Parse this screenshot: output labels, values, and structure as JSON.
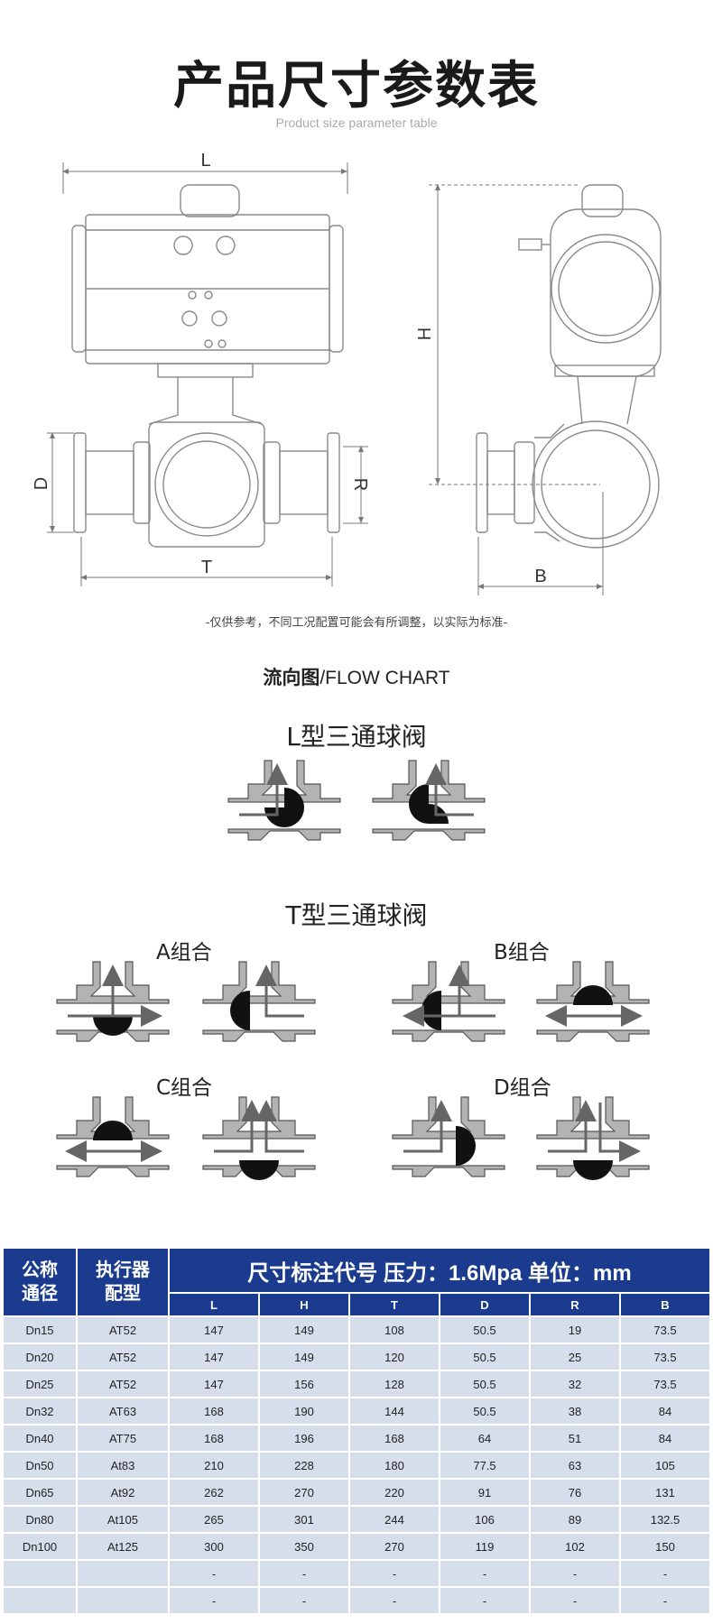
{
  "header": {
    "title": "产品尺寸参数表",
    "subtitle": "Product size parameter table"
  },
  "drawing": {
    "dim_labels": {
      "L": "L",
      "H": "H",
      "D": "D",
      "T": "T",
      "R": "R",
      "B": "B"
    },
    "note": "-仅供参考，不同工况配置可能会有所调整，以实际为标准-"
  },
  "flow": {
    "title_cn": "流向图",
    "title_en": "/FLOW CHART",
    "l_type": "L型三通球阀",
    "t_type": "T型三通球阀",
    "groups": {
      "a": "A组合",
      "b": "B组合",
      "c": "C组合",
      "d": "D组合"
    }
  },
  "table": {
    "col1": "公称\n通径",
    "col1a": "公称",
    "col1b": "通径",
    "col2a": "执行器",
    "col2b": "配型",
    "group_header": "尺寸标注代号 压力：1.6Mpa 单位：mm",
    "columns": [
      "L",
      "H",
      "T",
      "D",
      "R",
      "B"
    ],
    "rows": [
      [
        "Dn15",
        "AT52",
        "147",
        "149",
        "108",
        "50.5",
        "19",
        "73.5"
      ],
      [
        "Dn20",
        "AT52",
        "147",
        "149",
        "120",
        "50.5",
        "25",
        "73.5"
      ],
      [
        "Dn25",
        "AT52",
        "147",
        "156",
        "128",
        "50.5",
        "32",
        "73.5"
      ],
      [
        "Dn32",
        "AT63",
        "168",
        "190",
        "144",
        "50.5",
        "38",
        "84"
      ],
      [
        "Dn40",
        "AT75",
        "168",
        "196",
        "168",
        "64",
        "51",
        "84"
      ],
      [
        "Dn50",
        "At83",
        "210",
        "228",
        "180",
        "77.5",
        "63",
        "105"
      ],
      [
        "Dn65",
        "At92",
        "262",
        "270",
        "220",
        "91",
        "76",
        "131"
      ],
      [
        "Dn80",
        "At105",
        "265",
        "301",
        "244",
        "106",
        "89",
        "132.5"
      ],
      [
        "Dn100",
        "At125",
        "300",
        "350",
        "270",
        "119",
        "102",
        "150"
      ],
      [
        "",
        "",
        "-",
        "-",
        "-",
        "-",
        "-",
        "-"
      ],
      [
        "",
        "",
        "-",
        "-",
        "-",
        "-",
        "-",
        "-"
      ]
    ]
  },
  "colors": {
    "header_blue": "#1b3c8e",
    "row_blue": "#d6deec",
    "line_grey": "#8a8a8a",
    "valve_fill": "#b5b5b5"
  }
}
